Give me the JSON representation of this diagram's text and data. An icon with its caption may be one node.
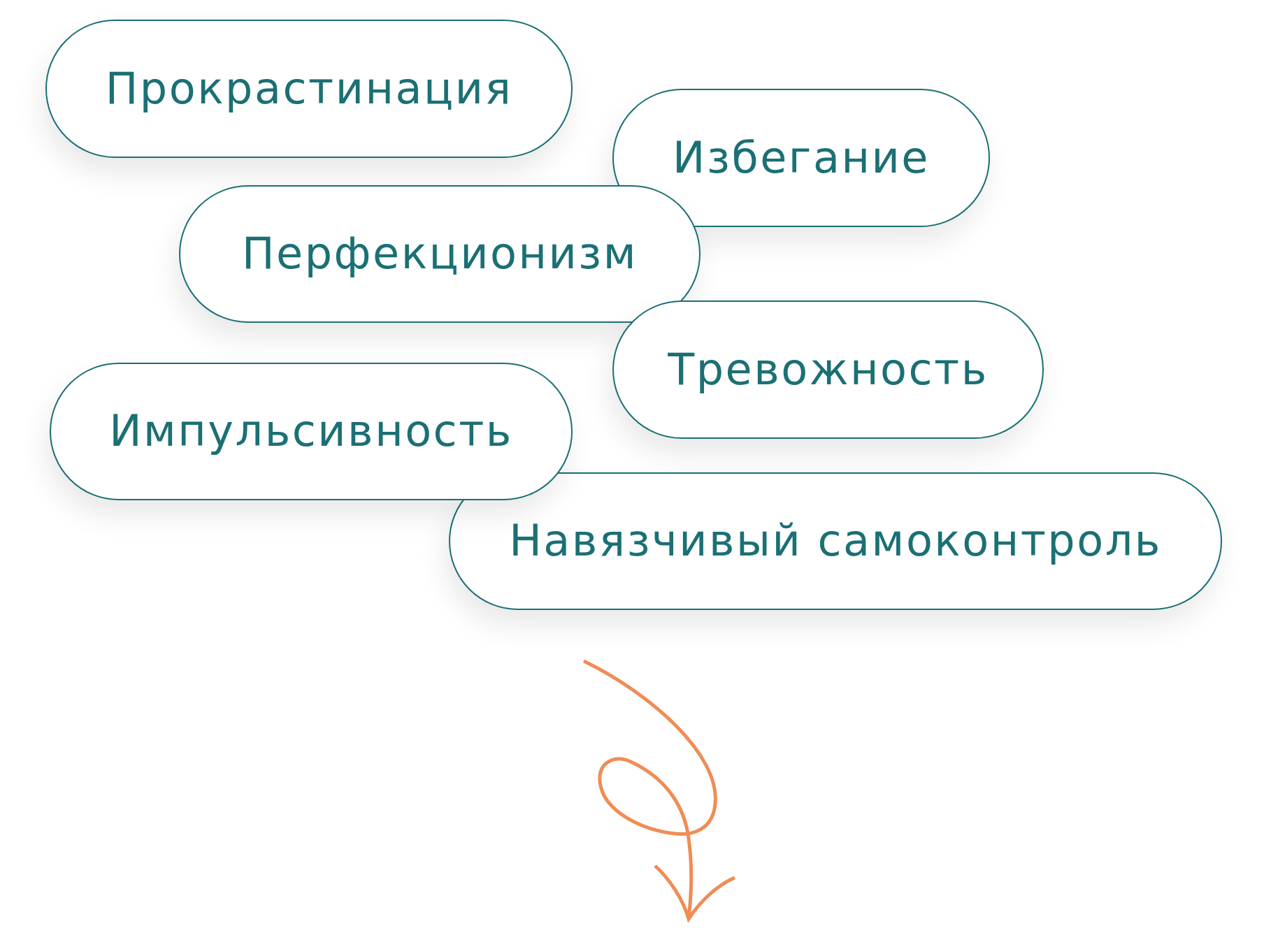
{
  "diagram": {
    "nodes": [
      {
        "text": [
          "Прокрастинация"
        ]
      },
      {
        "text": [
          "Избегание"
        ]
      },
      {
        "text": [
          "Перфекционизм"
        ]
      },
      {
        "text": [
          "Тревожность"
        ]
      },
      {
        "text": [
          "Импульсивность"
        ]
      },
      {
        "text": [
          "Навязчивый самоконтроль"
        ]
      }
    ]
  }
}
